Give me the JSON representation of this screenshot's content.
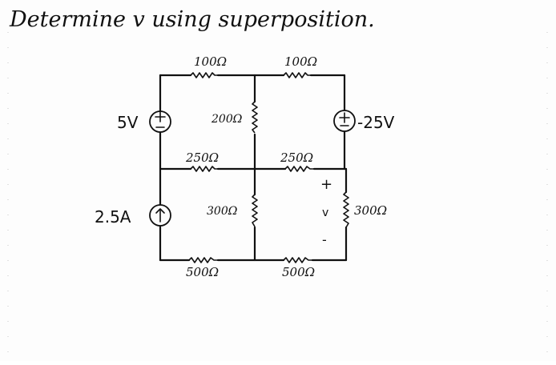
{
  "title": "Determine v using superposition.",
  "components": {
    "r_top_left": "100Ω",
    "r_top_right": "100Ω",
    "r_mid_vertical_top": "200Ω",
    "r_mid_left": "250Ω",
    "r_mid_right": "250Ω",
    "r_center_vertical_bottom": "300Ω",
    "r_right_vertical_bottom": "300Ω",
    "r_bottom_left": "500Ω",
    "r_bottom_right": "500Ω",
    "voltage_source_left": "5V",
    "voltage_source_right": "-25V",
    "current_source": "2.5A"
  },
  "output_voltage": {
    "plus": "+",
    "name": "v",
    "minus": "-"
  }
}
